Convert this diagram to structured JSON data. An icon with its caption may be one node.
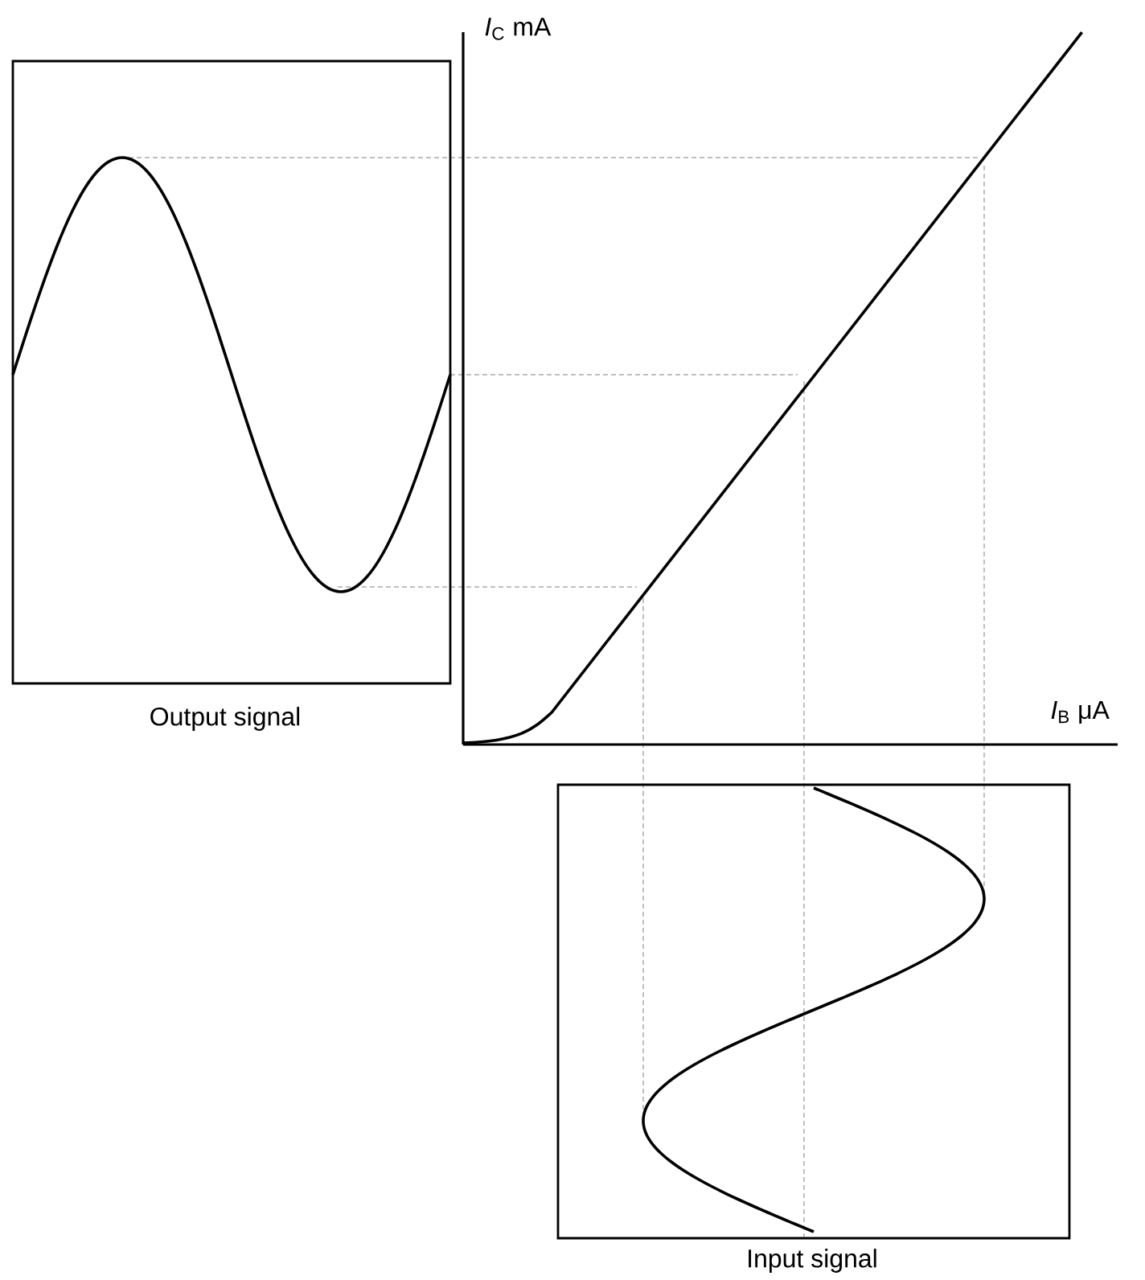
{
  "diagram": {
    "nodes": [
      {
        "text": [
          "Output signal"
        ]
      },
      {
        "text": [
          "Input signal"
        ]
      }
    ],
    "edges": [],
    "labels": [
      "*I*$_{C}$ mA",
      "*I*$_{B}$ μA"
    ]
  }
}
